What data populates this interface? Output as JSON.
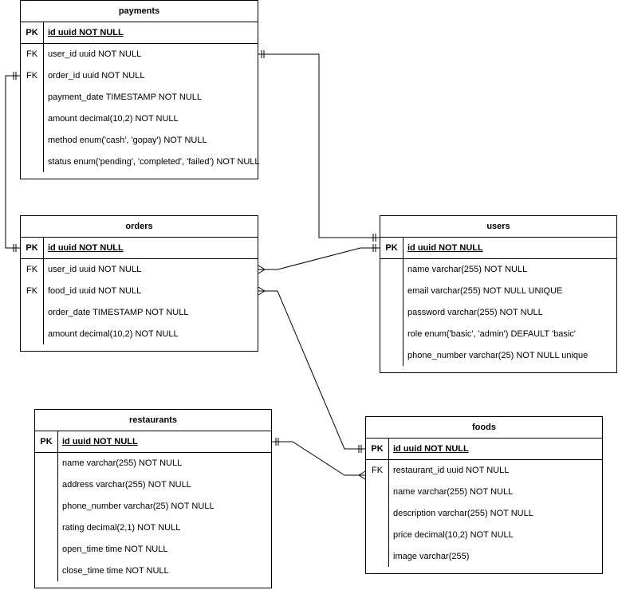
{
  "payments": {
    "title": "payments",
    "pk": {
      "key": "PK",
      "field": "id uuid NOT NULL"
    },
    "rows": [
      {
        "key": "FK",
        "field": "user_id uuid NOT NULL"
      },
      {
        "key": "FK",
        "field": "order_id uuid NOT NULL"
      },
      {
        "key": "",
        "field": "payment_date TIMESTAMP NOT NULL"
      },
      {
        "key": "",
        "field": "amount decimal(10,2) NOT NULL"
      },
      {
        "key": "",
        "field": "method enum('cash', 'gopay') NOT NULL"
      },
      {
        "key": "",
        "field": "status enum('pending', 'completed', 'failed') NOT NULL"
      }
    ]
  },
  "orders": {
    "title": "orders",
    "pk": {
      "key": "PK",
      "field": "id uuid NOT NULL"
    },
    "rows": [
      {
        "key": "FK",
        "field": "user_id uuid NOT NULL"
      },
      {
        "key": "FK",
        "field": "food_id uuid NOT NULL"
      },
      {
        "key": "",
        "field": "order_date TIMESTAMP NOT NULL"
      },
      {
        "key": "",
        "field": "amount decimal(10,2) NOT NULL"
      }
    ]
  },
  "users": {
    "title": "users",
    "pk": {
      "key": "PK",
      "field": "id uuid NOT NULL"
    },
    "rows": [
      {
        "key": "",
        "field": "name varchar(255) NOT NULL"
      },
      {
        "key": "",
        "field": "email varchar(255) NOT NULL UNIQUE"
      },
      {
        "key": "",
        "field": "password varchar(255) NOT NULL"
      },
      {
        "key": "",
        "field": "role enum('basic', 'admin') DEFAULT 'basic'"
      },
      {
        "key": "",
        "field": "phone_number varchar(25) NOT NULL unique"
      }
    ]
  },
  "restaurants": {
    "title": "restaurants",
    "pk": {
      "key": "PK",
      "field": "id uuid NOT NULL"
    },
    "rows": [
      {
        "key": "",
        "field": "name varchar(255) NOT NULL"
      },
      {
        "key": "",
        "field": "address varchar(255) NOT NULL"
      },
      {
        "key": "",
        "field": "phone_number varchar(25) NOT NULL"
      },
      {
        "key": "",
        "field": "rating decimal(2,1) NOT NULL"
      },
      {
        "key": "",
        "field": "open_time time NOT NULL"
      },
      {
        "key": "",
        "field": "close_time time NOT NULL"
      }
    ]
  },
  "foods": {
    "title": "foods",
    "pk": {
      "key": "PK",
      "field": "id uuid NOT NULL"
    },
    "rows": [
      {
        "key": "FK",
        "field": "restaurant_id uuid NOT NULL"
      },
      {
        "key": "",
        "field": "name varchar(255) NOT NULL"
      },
      {
        "key": "",
        "field": "description varchar(255) NOT NULL"
      },
      {
        "key": "",
        "field": "price decimal(10,2) NOT NULL"
      },
      {
        "key": "",
        "field": "image varchar(255)"
      }
    ]
  }
}
